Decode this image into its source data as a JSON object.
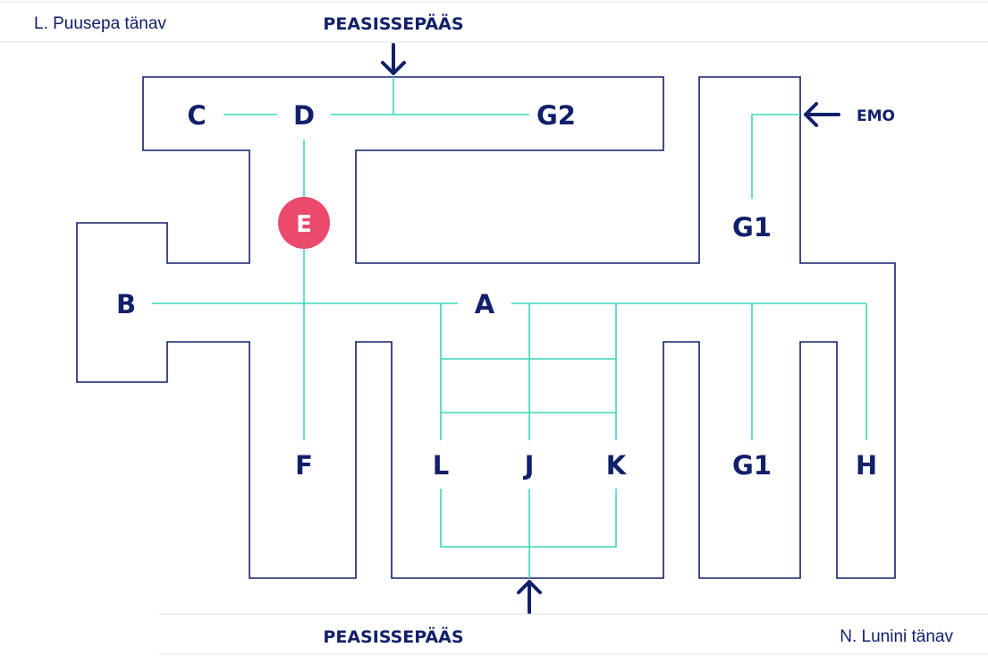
{
  "streets": {
    "top_left": "L. Puusepa tänav",
    "bottom_right": "N. Lunini tänav"
  },
  "entrances": {
    "top_main": "PEASISSEPÄÄS",
    "bottom_main": "PEASISSEPÄÄS",
    "emo": "EMO"
  },
  "blocks": {
    "a": "A",
    "b": "B",
    "c": "C",
    "d": "D",
    "e": "E",
    "f": "F",
    "g1_upper": "G1",
    "g1_lower": "G1",
    "g2": "G2",
    "h": "H",
    "j": "J",
    "k": "K",
    "l": "L"
  },
  "colors": {
    "walls": "#12206a",
    "paths": "#3bd6bc",
    "current_location": "#ea4a6c",
    "street_lines": "#e5e7ee"
  },
  "current_location_block": "E"
}
